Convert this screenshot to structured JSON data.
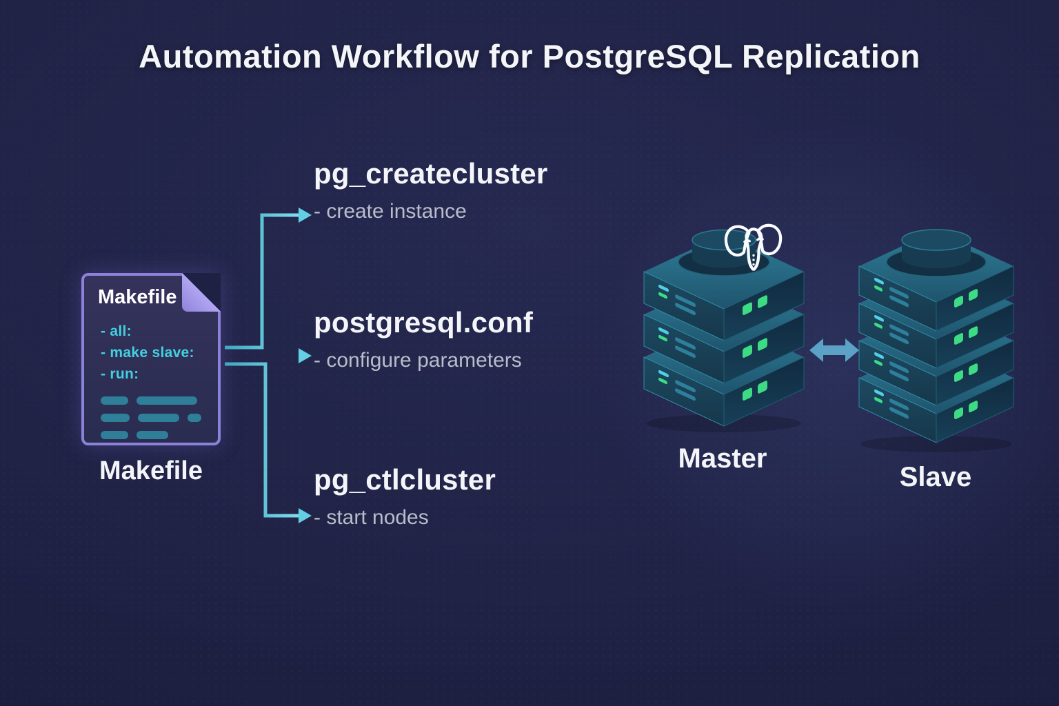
{
  "title": "Automation Workflow for PostgreSQL Replication",
  "makefile_doc": {
    "title": "Makefile",
    "entries": [
      "- all:",
      "- make slave:",
      "- run:"
    ],
    "caption": "Makefile"
  },
  "branches": [
    {
      "command": "pg_createcluster",
      "description": "- create instance"
    },
    {
      "command": "postgresql.conf",
      "description": "- configure parameters"
    },
    {
      "command": "pg_ctlcluster",
      "description": "- start nodes"
    }
  ],
  "servers": {
    "master": {
      "label": "Master",
      "unit_count": 3
    },
    "slave": {
      "label": "Slave",
      "unit_count": 4
    }
  },
  "icons": {
    "postgres_elephant": "postgresql-elephant",
    "sync_arrow": "bidirectional-sync-arrow",
    "branch_arrows": "makefile-branch-arrows",
    "page_fold": "folded-page-corner"
  },
  "colors": {
    "background": "#1f2144",
    "accent_cyan": "#58c8de",
    "doc_border_purple": "#8d82da",
    "doc_fold_purple": "#b2a6f2",
    "doc_entry_cyan": "#44cfe0",
    "code_bar_teal": "#2f7f99",
    "led_green": "#3ddc84",
    "server_left_face": "#1d4a61",
    "server_right_face": "#123046",
    "server_top_face": "#2f7e99",
    "heading_white": "#f4f5f9",
    "description_gray": "#b9bdca",
    "sync_arrow_blue": "#5fa8cc"
  }
}
